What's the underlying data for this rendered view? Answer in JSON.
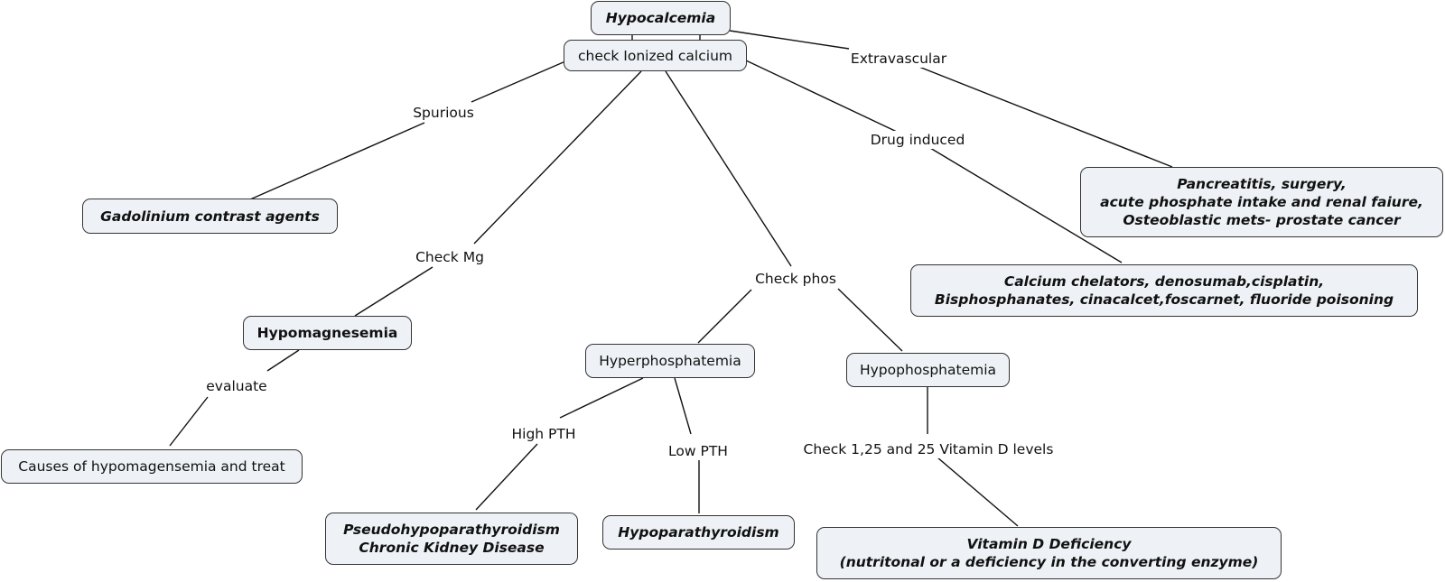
{
  "nodes": {
    "hypocalcemia": "Hypocalcemia",
    "check_ionized_calcium": "check Ionized calcium",
    "gadolinium": "Gadolinium contrast agents",
    "hypomagnesemia": "Hypomagnesemia",
    "causes_hypomag": "Causes of hypomagensemia and treat",
    "hyperphosphatemia": "Hyperphosphatemia",
    "hypophosphatemia": "Hypophosphatemia",
    "pseudohypopara": [
      "Pseudohypoparathyroidism",
      "Chronic Kidney Disease"
    ],
    "hypoparathyroidism": "Hypoparathyroidism",
    "vitamin_d": [
      "Vitamin D Deficiency",
      "(nutritonal or a deficiency in the converting enzyme)"
    ],
    "extravascular_causes": [
      "Pancreatitis, surgery,",
      "acute phosphate intake and renal faiure,",
      "Osteoblastic mets- prostate cancer"
    ],
    "drug_causes": [
      "Calcium chelators, denosumab,cisplatin,",
      "Bisphosphanates, cinacalcet,foscarnet, fluoride poisoning"
    ]
  },
  "labels": {
    "spurious": "Spurious",
    "check_mg": "Check Mg",
    "check_phos": "Check phos",
    "drug_induced": "Drug induced",
    "extravascular": "Extravascular",
    "evaluate": "evaluate",
    "high_pth": "High PTH",
    "low_pth": "Low PTH",
    "check_vitd": "Check 1,25 and 25 Vitamin D levels"
  }
}
